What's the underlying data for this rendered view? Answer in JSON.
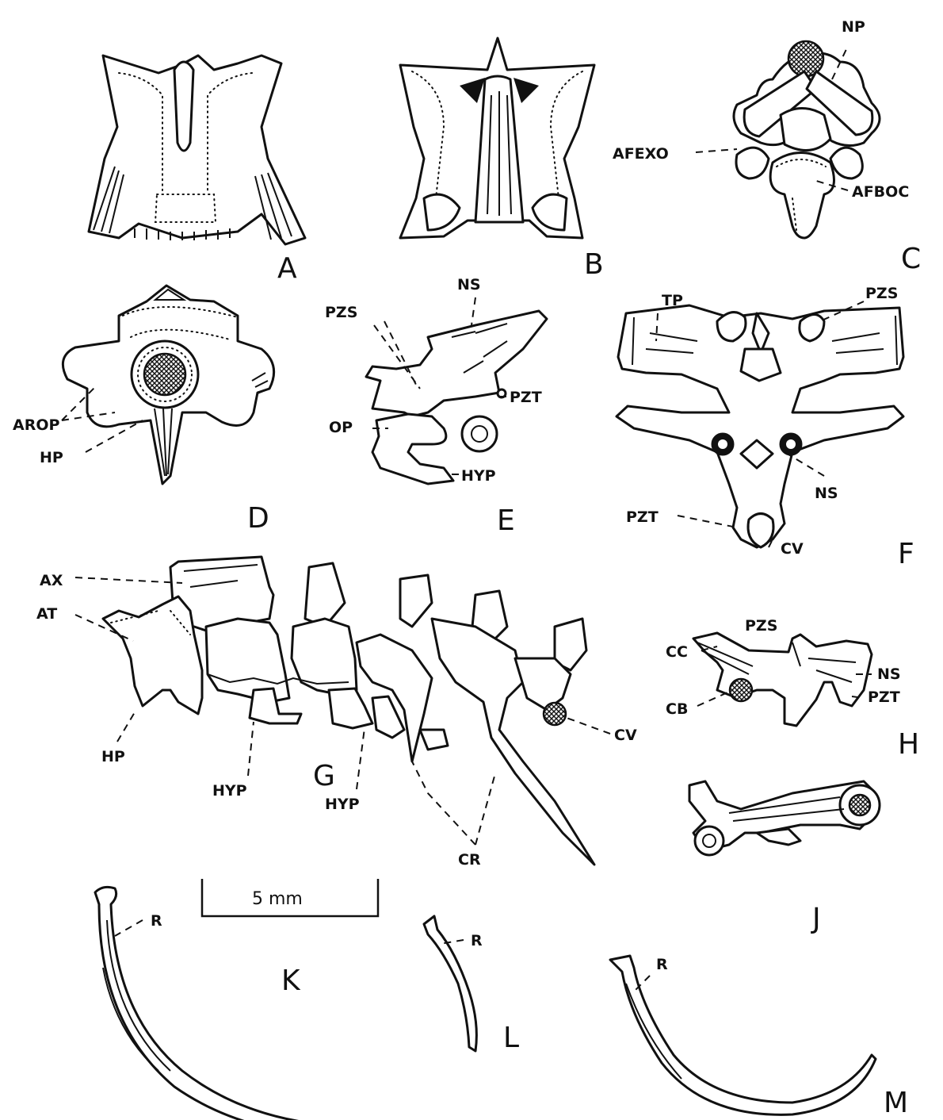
{
  "panels": {
    "A": "A",
    "B": "B",
    "C": "C",
    "D": "D",
    "E": "E",
    "F": "F",
    "G": "G",
    "H": "H",
    "J": "J",
    "K": "K",
    "L": "L",
    "M": "M"
  },
  "labels": {
    "c_np": "NP",
    "c_afexo": "AFEXO",
    "c_afboc": "AFBOC",
    "d_arop": "AROP",
    "d_hp": "HP",
    "e_pzs": "PZS",
    "e_ns": "NS",
    "e_pzt": "PZT",
    "e_op": "OP",
    "e_hyp": "HYP",
    "f_tp": "TP",
    "f_pzs": "PZS",
    "f_ns": "NS",
    "f_pzt": "PZT",
    "f_cv": "CV",
    "g_ax": "AX",
    "g_at": "AT",
    "g_hp": "HP",
    "g_hyp1": "HYP",
    "g_hyp2": "HYP",
    "g_cr": "CR",
    "g_cv": "CV",
    "h_pzs": "PZS",
    "h_ns": "NS",
    "h_cc": "CC",
    "h_pzt": "PZT",
    "h_cb": "CB",
    "k_r": "R",
    "l_r": "R",
    "m_r": "R"
  },
  "scale_bar": {
    "label": "5 mm"
  }
}
